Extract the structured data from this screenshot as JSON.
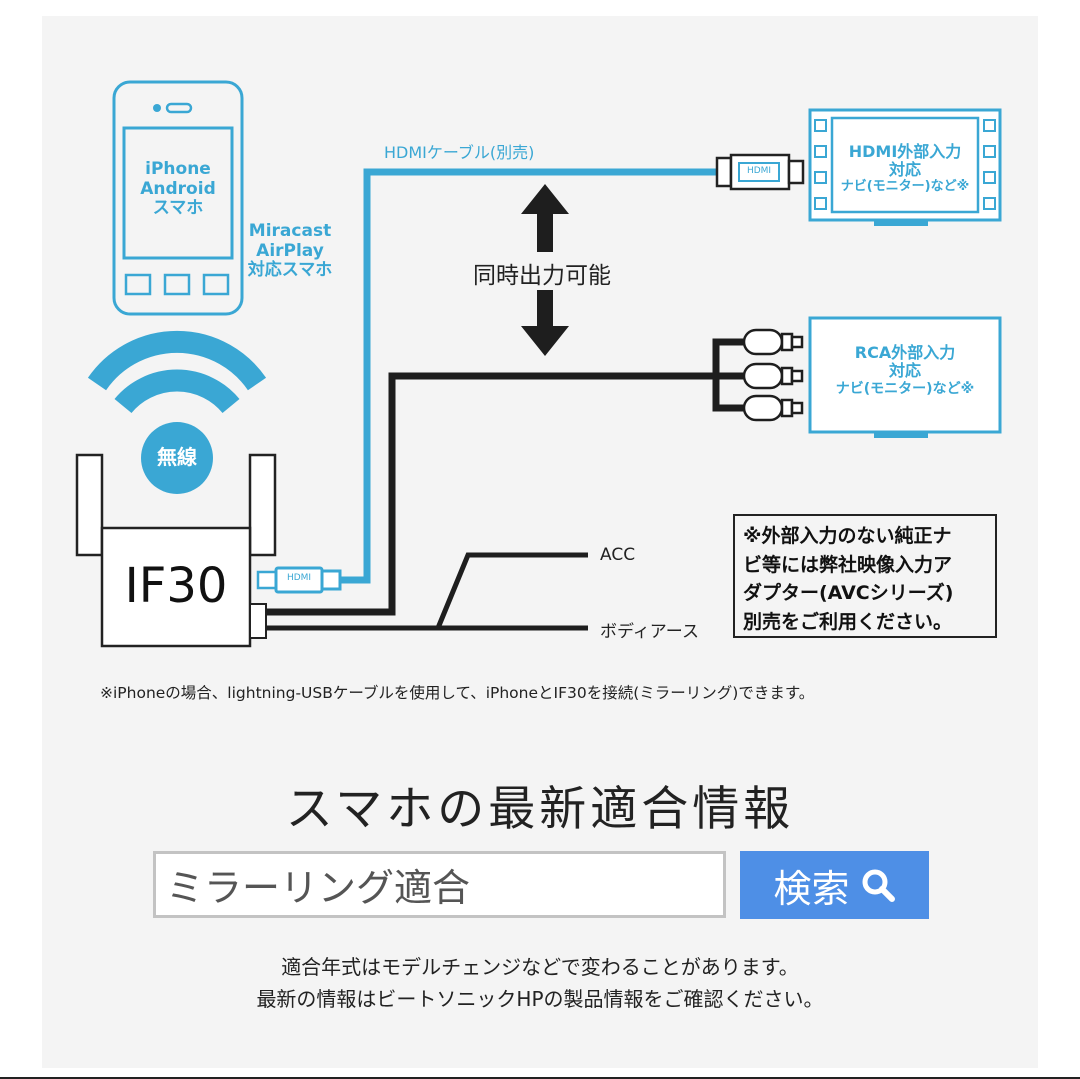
{
  "diagram": {
    "phone": {
      "screen_text": [
        "iPhone",
        "Android",
        "スマホ"
      ],
      "side_text": [
        "Miracast",
        "AirPlay",
        "対応スマホ"
      ]
    },
    "wireless_badge": "無線",
    "device_name": "IF30",
    "hdmi_cable_label": "HDMIケーブル(別売)",
    "hdmi_plug_text": "HDMI",
    "simultaneous_output": "同時出力可能",
    "hdmi_monitor_text": [
      "HDMI外部入力",
      "対応",
      "ナビ(モニター)など※"
    ],
    "rca_monitor_text": [
      "RCA外部入力",
      "対応",
      "ナビ(モニター)など※"
    ],
    "acc_label": "ACC",
    "body_earth_label": "ボディアース",
    "note_box": [
      "※外部入力のない純正ナ",
      "ビ等には弊社映像入力ア",
      "ダプター(AVCシリーズ)",
      "別売をご利用ください。"
    ],
    "iphone_note": "※iPhoneの場合、lightning-USBケーブルを使用して、iPhoneとIF30を接続(ミラーリング)できます。"
  },
  "compat_section": {
    "title": "スマホの最新適合情報",
    "search_value": "ミラーリング適合",
    "search_button_label": "検索",
    "footer_lines": [
      "適合年式はモデルチェンジなどで変わることがあります。",
      "最新の情報はビートソニックHPの製品情報をご確認ください。"
    ]
  },
  "colors": {
    "accent_blue": "#3aa7d4",
    "button_blue": "#4e8fe6",
    "cable_black": "#1e1e1e"
  }
}
